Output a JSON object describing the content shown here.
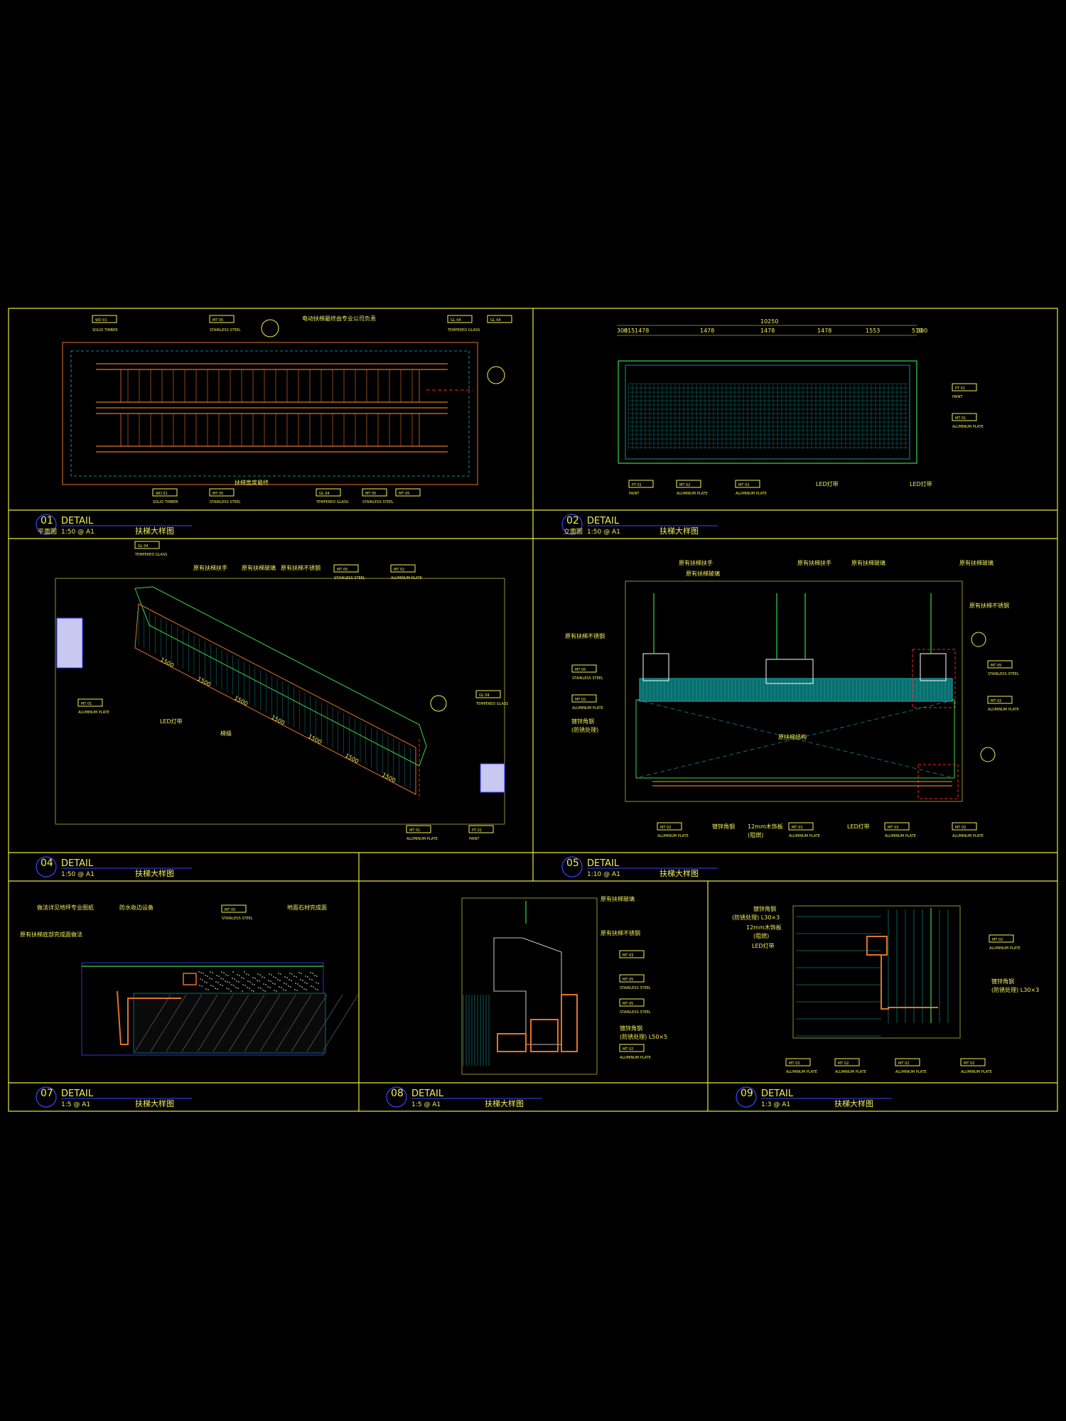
{
  "sheet_title": "扶梯大样图",
  "panels": [
    {
      "id": "d01",
      "number": "01",
      "word": "DETAIL",
      "scale": "1:50 @ A1",
      "name": "扶梯大样图",
      "prefix": "平面图"
    },
    {
      "id": "d02",
      "number": "02",
      "word": "DETAIL",
      "scale": "1:50 @ A1",
      "name": "扶梯大样图",
      "prefix": "立面图"
    },
    {
      "id": "d04",
      "number": "04",
      "word": "DETAIL",
      "scale": "1:50 @ A1",
      "name": "扶梯大样图"
    },
    {
      "id": "d05",
      "number": "05",
      "word": "DETAIL",
      "scale": "1:10 @ A1",
      "name": "扶梯大样图"
    },
    {
      "id": "d07",
      "number": "07",
      "word": "DETAIL",
      "scale": "1:5 @ A1",
      "name": "扶梯大样图"
    },
    {
      "id": "d08",
      "number": "08",
      "word": "DETAIL",
      "scale": "1:5 @ A1",
      "name": "扶梯大样图"
    },
    {
      "id": "d09",
      "number": "09",
      "word": "DETAIL",
      "scale": "1:3 @ A1",
      "name": "扶梯大样图"
    }
  ],
  "tags": {
    "wd01": "WD 01",
    "mt05": "MT 05",
    "gl04": "GL 04",
    "mt01": "MT 01",
    "mt02": "MT 02",
    "mt03": "MT 03",
    "pt01": "PT 01"
  },
  "materials": {
    "solid_timber": "SOLID TIMBER",
    "stainless": "STAINLESS STEEL",
    "tempered": "TEMPERED GLASS",
    "aluminum": "ALUMINUM PLATE",
    "paint": "PAINT"
  },
  "notes": {
    "d01_top": "电动扶梯最终由专业公司负责",
    "d01_mid": "扶梯宽度最终",
    "d01_bottom": "扶梯宽度最终",
    "d02_dim_total": "10250",
    "d02_dims": [
      "300",
      "815",
      "1478",
      "1478",
      "1478",
      "1478",
      "1553",
      "510",
      "300"
    ],
    "d02_led": "LED灯带",
    "d04_handrail": "原有扶梯扶手",
    "d04_glass": "原有扶梯玻璃",
    "d04_steel": "原有扶梯不锈钢",
    "d04_led": "LED灯带",
    "d04_step": "梯级",
    "d04_dims": [
      "1500",
      "1500",
      "1500",
      "1500",
      "1500",
      "1500",
      "1500"
    ],
    "d05_handrail": "原有扶梯扶手",
    "d05_glass": "原有扶梯玻璃",
    "d05_steel": "原有扶梯不锈钢",
    "d05_struct": "原扶梯结构",
    "d05_angle": "镀锌角钢",
    "d05_angle2": "(防锈处理)",
    "d05_plate": "12mm木饰板",
    "d05_plate2": "(阻燃)",
    "d05_led": "LED灯带",
    "d07_n1": "做法详见地坪专业图纸",
    "d07_n2": "防水收边设备",
    "d07_n3": "地面石材完成面",
    "d07_n4": "原有扶梯底部完成面做法",
    "d08_n1": "原有扶梯玻璃",
    "d08_n2": "原有扶梯不锈钢",
    "d08_n3": "镀锌角钢",
    "d08_n4": "(防锈处理) L50×5",
    "d09_n1": "镀锌角钢",
    "d09_n2": "(防锈处理) L30×3",
    "d09_n3": "12mm木饰板",
    "d09_n4": "(阻燃)",
    "d09_n5": "LED灯带",
    "d09_n6": "镀锌角钢",
    "d09_n7": "(防锈处理) L30×3"
  },
  "colors": {
    "frame": "#e8e83a",
    "orange": "#e2722a",
    "cyan": "#18b6b6",
    "green": "#38d84b",
    "text": "#f2ee5a",
    "red": "#ff2020",
    "blue": "#3a46ff"
  }
}
